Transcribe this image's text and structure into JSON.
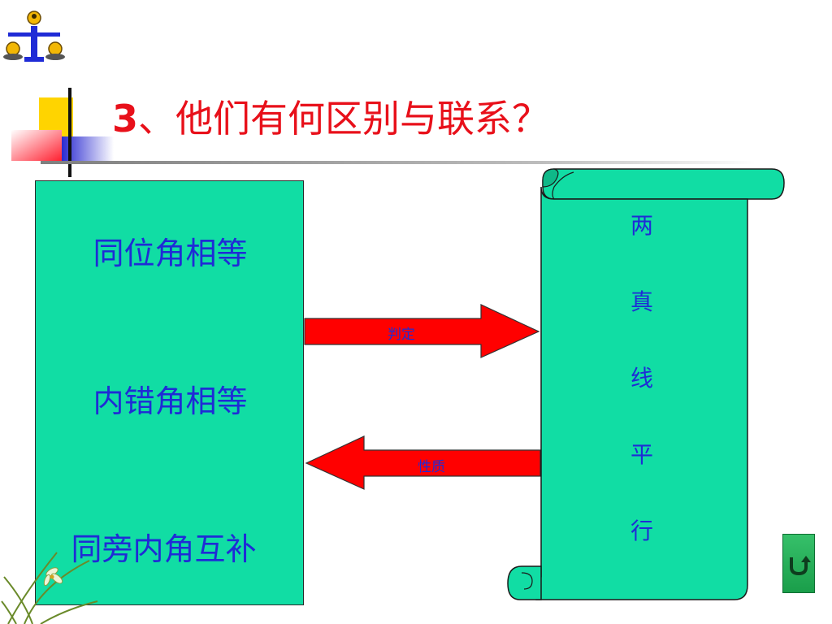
{
  "slide": {
    "title_number": "3",
    "title_text": "、他们有何区别与联系？",
    "conditions": [
      "同位角相等",
      "内错角相等",
      "同旁内角互补"
    ],
    "arrows": [
      {
        "label": "判定",
        "direction": "right"
      },
      {
        "label": "性质",
        "direction": "left"
      }
    ],
    "conclusion_chars": [
      "两",
      "真",
      "线",
      "平",
      "行"
    ]
  },
  "colors": {
    "title": "#e8101a",
    "box_fill": "#11dda4",
    "text_blue": "#1f2bd6",
    "arrow_fill": "#ff0000",
    "button_green": "#2bb35f"
  },
  "icons": {
    "logo": "balance-figure-icon",
    "return": "return-arrow-icon",
    "decoration": "orchid-flower-icon"
  }
}
